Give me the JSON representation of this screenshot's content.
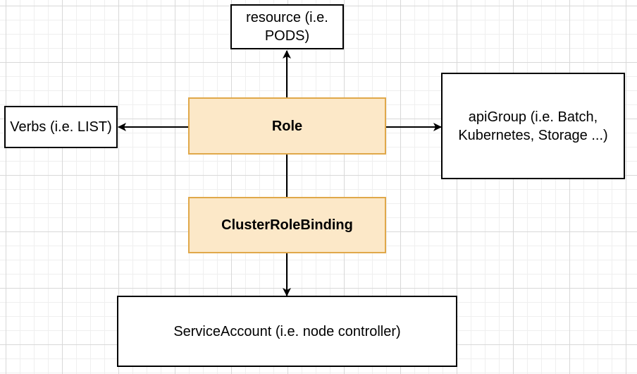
{
  "diagram": {
    "nodes": {
      "resource": {
        "label": "resource (i.e. PODS)"
      },
      "verbs": {
        "label": "Verbs (i.e. LIST)"
      },
      "role": {
        "label": "Role"
      },
      "apigroup": {
        "label": "apiGroup (i.e. Batch, Kubernetes, Storage ...)"
      },
      "binding": {
        "label": "ClusterRoleBinding"
      },
      "serviceaccount": {
        "label": "ServiceAccount (i.e. node controller)"
      }
    },
    "edges": [
      {
        "from": "role",
        "to": "resource"
      },
      {
        "from": "role",
        "to": "verbs"
      },
      {
        "from": "role",
        "to": "apigroup"
      },
      {
        "from": "role",
        "to": "binding",
        "arrow": false
      },
      {
        "from": "binding",
        "to": "serviceaccount"
      }
    ],
    "colors": {
      "role_fill": "#fce8c8",
      "role_border": "#e0a84a",
      "box_border": "#000000",
      "edge": "#000000",
      "grid": "#d8d8d8"
    }
  }
}
